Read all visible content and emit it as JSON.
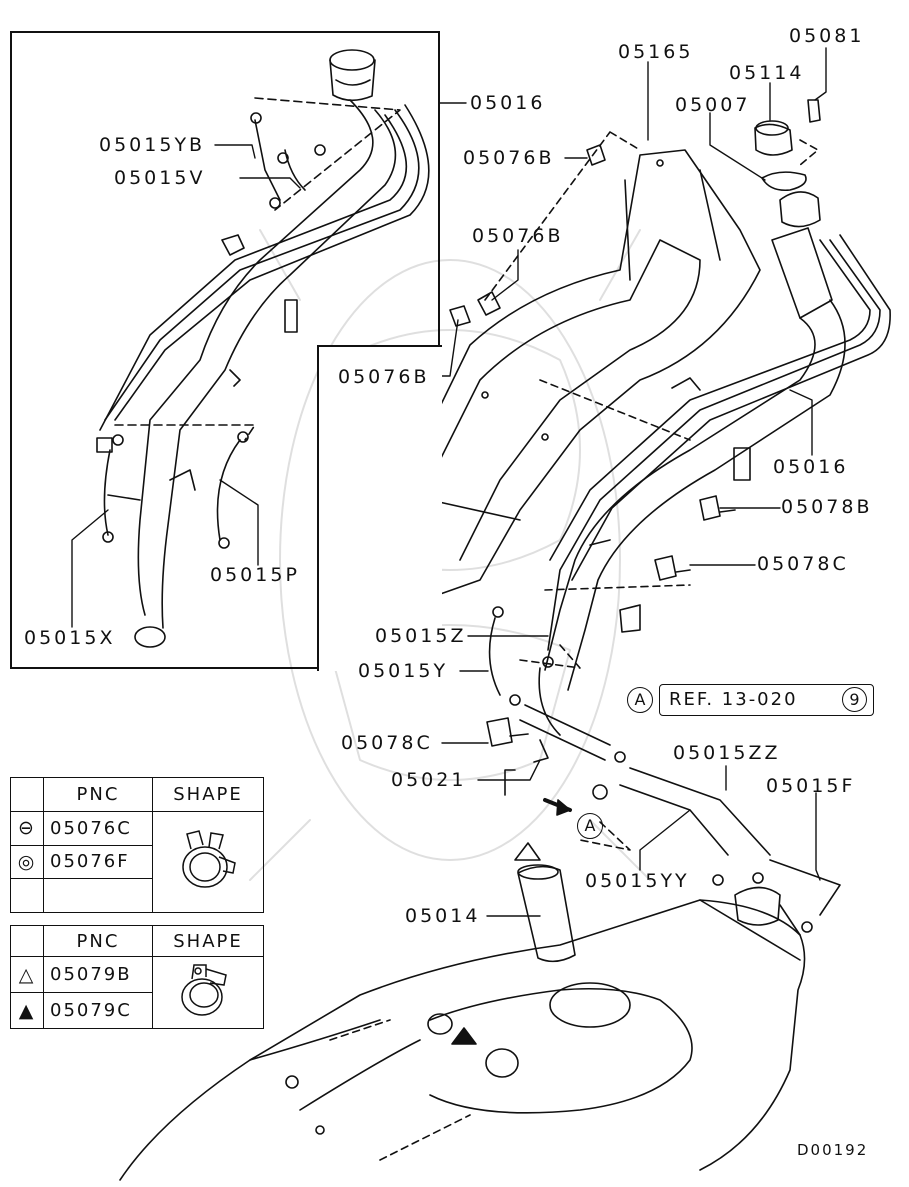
{
  "labels": {
    "l05016_inset": "05016",
    "l05015YB": "05015YB",
    "l05015V": "05015V",
    "l05015X": "05015X",
    "l05015P": "05015P",
    "l05165": "05165",
    "l05081": "05081",
    "l05114": "05114",
    "l05007": "05007",
    "l05076B_1": "05076B",
    "l05076B_2": "05076B",
    "l05076B_3": "05076B",
    "l05016_main": "05016",
    "l05078B": "05078B",
    "l05078C_1": "05078C",
    "l05015Z": "05015Z",
    "l05015Y": "05015Y",
    "l05078C_2": "05078C",
    "l05021": "05021",
    "l05015ZZ": "05015ZZ",
    "l05015F": "05015F",
    "l05015YY": "05015YY",
    "l05014": "05014",
    "diagram_code": "D00192"
  },
  "reference": {
    "marker": "A",
    "text": "REF. 13-020",
    "page": "9",
    "arrow_marker": "A"
  },
  "table_clamps_1": {
    "header_pnc": "PNC",
    "header_shape": "SHAPE",
    "rows": [
      {
        "symbol": "⊖",
        "pnc": "05076C"
      },
      {
        "symbol": "◎",
        "pnc": "05076F"
      },
      {
        "symbol": "",
        "pnc": ""
      }
    ]
  },
  "table_clamps_2": {
    "header_pnc": "PNC",
    "header_shape": "SHAPE",
    "rows": [
      {
        "symbol": "△",
        "pnc": "05079B"
      },
      {
        "symbol": "▲",
        "pnc": "05079C"
      }
    ]
  },
  "colors": {
    "ink": "#111111",
    "paper": "#ffffff",
    "watermark": "#d8d8d8"
  }
}
